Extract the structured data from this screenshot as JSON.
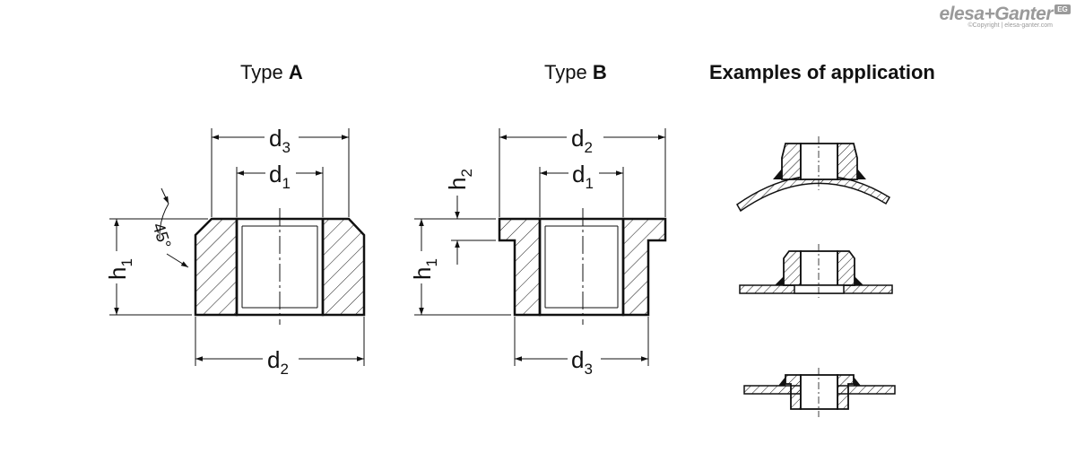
{
  "header": {
    "brand_name": "elesa+Ganter",
    "brand_copyright": "©Copyright | elesa-ganter.com",
    "brand_badge": "EG"
  },
  "sections": {
    "type_a_prefix": "Type",
    "type_a_letter": "A",
    "type_b_prefix": "Type",
    "type_b_letter": "B",
    "applications_title": "Examples of application"
  },
  "dimensions": {
    "d1": "d",
    "d1_sub": "1",
    "d2": "d",
    "d2_sub": "2",
    "d3": "d",
    "d3_sub": "3",
    "h1": "h",
    "h1_sub": "1",
    "h2": "h",
    "h2_sub": "2",
    "angle": "45°"
  },
  "colors": {
    "line": "#111111",
    "logo_gray": "#9a9a9a",
    "background": "#ffffff"
  }
}
